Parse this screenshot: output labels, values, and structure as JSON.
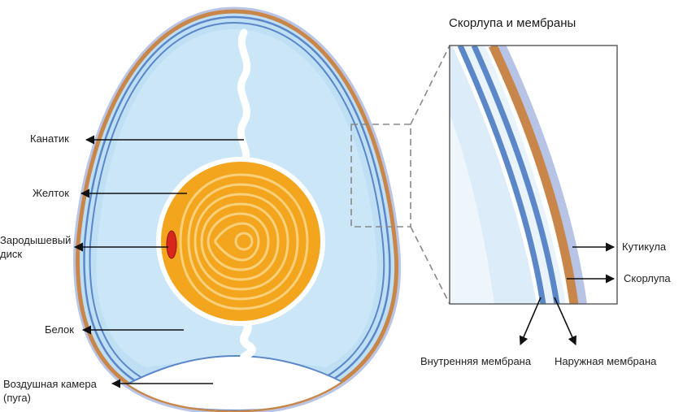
{
  "title": "Скорлупа и мембраны",
  "labels": {
    "chalaza": "Канатик",
    "yolk": "Желток",
    "germinal_disc": "Зародышевый\nдиск",
    "albumen": "Белок",
    "air_cell": "Воздушная камера\n(пуга)",
    "cuticle": "Кутикула",
    "shell": "Скорлупа",
    "inner_membrane": "Внутренняя мембрана",
    "outer_membrane": "Наружная мембрана"
  },
  "colors": {
    "shell": "#c8864a",
    "cuticle": "#b8c4e6",
    "membrane": "#5b87c9",
    "albumen": "#bfe0f4",
    "albumen_light": "#e6f4fc",
    "yolk": "#f4a51e",
    "yolk_ring": "#fbd07a",
    "germinal_disc": "#d9261c",
    "arrow": "#111111"
  }
}
